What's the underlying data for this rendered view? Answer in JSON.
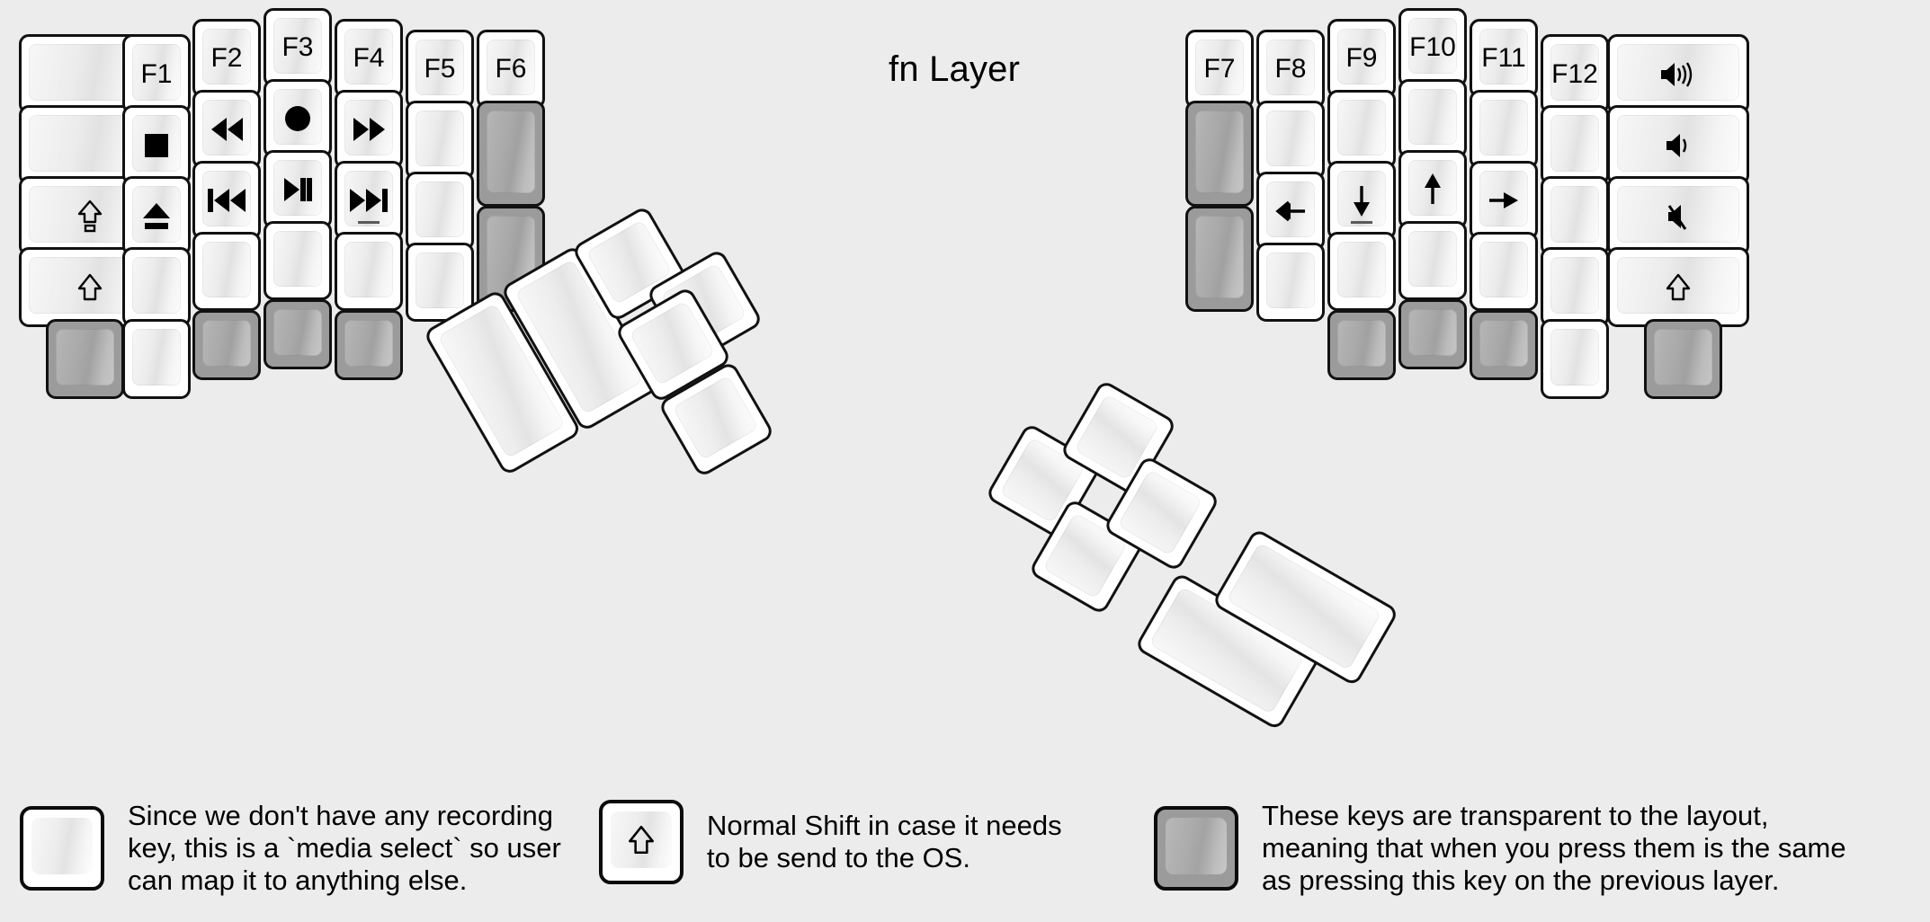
{
  "title": "fn Layer",
  "colors": {
    "background": "#ececec",
    "keycap_white": "#ffffff",
    "keycap_transparent": "#9b9b9b",
    "outline": "#111111",
    "text": "#000000"
  },
  "keyboard": {
    "left_half": {
      "columns": [
        {
          "name": "col-pinky-outer",
          "keys": [
            {
              "label": "",
              "icon": "",
              "type": "normal"
            },
            {
              "label": "",
              "icon": "",
              "type": "normal"
            },
            {
              "label": "",
              "icon": "caps-lock-icon",
              "type": "normal"
            },
            {
              "label": "",
              "icon": "shift-icon",
              "type": "normal"
            },
            {
              "label": "",
              "icon": "",
              "type": "transparent"
            }
          ]
        },
        {
          "name": "col-pinky",
          "keys": [
            {
              "label": "F1",
              "icon": "",
              "type": "normal"
            },
            {
              "label": "",
              "icon": "media-stop-icon",
              "type": "normal"
            },
            {
              "label": "",
              "icon": "media-eject-icon",
              "type": "normal"
            },
            {
              "label": "",
              "icon": "",
              "type": "normal"
            },
            {
              "label": "",
              "icon": "",
              "type": "normal"
            }
          ]
        },
        {
          "name": "col-ring",
          "keys": [
            {
              "label": "F2",
              "icon": "",
              "type": "normal"
            },
            {
              "label": "",
              "icon": "media-rewind-icon",
              "type": "normal"
            },
            {
              "label": "",
              "icon": "media-previous-icon",
              "type": "normal"
            },
            {
              "label": "",
              "icon": "",
              "type": "normal"
            },
            {
              "label": "",
              "icon": "",
              "type": "transparent"
            }
          ]
        },
        {
          "name": "col-middle",
          "keys": [
            {
              "label": "F3",
              "icon": "",
              "type": "normal"
            },
            {
              "label": "",
              "icon": "media-record-icon",
              "type": "normal"
            },
            {
              "label": "",
              "icon": "media-play-pause-icon",
              "type": "normal"
            },
            {
              "label": "",
              "icon": "",
              "type": "normal"
            },
            {
              "label": "",
              "icon": "",
              "type": "transparent"
            }
          ]
        },
        {
          "name": "col-index",
          "keys": [
            {
              "label": "F4",
              "icon": "",
              "type": "normal"
            },
            {
              "label": "",
              "icon": "media-fast-forward-icon",
              "type": "normal"
            },
            {
              "label": "",
              "icon": "media-next-icon",
              "type": "normal"
            },
            {
              "label": "",
              "icon": "",
              "type": "normal"
            },
            {
              "label": "",
              "icon": "",
              "type": "transparent"
            }
          ]
        },
        {
          "name": "col-index-inner",
          "keys": [
            {
              "label": "F5",
              "icon": "",
              "type": "normal"
            },
            {
              "label": "",
              "icon": "",
              "type": "normal"
            },
            {
              "label": "",
              "icon": "",
              "type": "normal"
            },
            {
              "label": "",
              "icon": "",
              "type": "normal"
            }
          ]
        },
        {
          "name": "col-inner",
          "keys": [
            {
              "label": "F6",
              "icon": "",
              "type": "normal"
            },
            {
              "label": "",
              "icon": "",
              "type": "transparent"
            },
            {
              "label": "",
              "icon": "",
              "type": "transparent"
            }
          ]
        }
      ],
      "thumb_cluster": {
        "name": "left-thumb-cluster",
        "keys": [
          {
            "label": "",
            "size": "2u",
            "type": "normal"
          },
          {
            "label": "",
            "size": "2u",
            "type": "normal"
          },
          {
            "label": "",
            "size": "1u",
            "type": "normal"
          },
          {
            "label": "",
            "size": "1u",
            "type": "normal"
          },
          {
            "label": "",
            "size": "1u",
            "type": "normal"
          },
          {
            "label": "",
            "size": "1u",
            "type": "normal"
          }
        ]
      }
    },
    "right_half": {
      "columns": [
        {
          "name": "col-inner",
          "keys": [
            {
              "label": "F7",
              "icon": "",
              "type": "normal"
            },
            {
              "label": "",
              "icon": "",
              "type": "transparent"
            },
            {
              "label": "",
              "icon": "",
              "type": "transparent"
            }
          ]
        },
        {
          "name": "col-index-inner",
          "keys": [
            {
              "label": "F8",
              "icon": "",
              "type": "normal"
            },
            {
              "label": "",
              "icon": "",
              "type": "normal"
            },
            {
              "label": "",
              "icon": "arrow-left-icon",
              "type": "normal"
            },
            {
              "label": "",
              "icon": "",
              "type": "normal"
            }
          ]
        },
        {
          "name": "col-index",
          "keys": [
            {
              "label": "F9",
              "icon": "",
              "type": "normal"
            },
            {
              "label": "",
              "icon": "",
              "type": "normal"
            },
            {
              "label": "",
              "icon": "arrow-down-icon",
              "type": "normal"
            },
            {
              "label": "",
              "icon": "",
              "type": "normal"
            },
            {
              "label": "",
              "icon": "",
              "type": "transparent"
            }
          ]
        },
        {
          "name": "col-middle",
          "keys": [
            {
              "label": "F10",
              "icon": "",
              "type": "normal"
            },
            {
              "label": "",
              "icon": "",
              "type": "normal"
            },
            {
              "label": "",
              "icon": "arrow-up-icon",
              "type": "normal"
            },
            {
              "label": "",
              "icon": "",
              "type": "normal"
            },
            {
              "label": "",
              "icon": "",
              "type": "transparent"
            }
          ]
        },
        {
          "name": "col-ring",
          "keys": [
            {
              "label": "F11",
              "icon": "",
              "type": "normal"
            },
            {
              "label": "",
              "icon": "",
              "type": "normal"
            },
            {
              "label": "",
              "icon": "arrow-right-icon",
              "type": "normal"
            },
            {
              "label": "",
              "icon": "",
              "type": "normal"
            },
            {
              "label": "",
              "icon": "",
              "type": "transparent"
            }
          ]
        },
        {
          "name": "col-pinky",
          "keys": [
            {
              "label": "F12",
              "icon": "",
              "type": "normal"
            },
            {
              "label": "",
              "icon": "",
              "type": "normal"
            },
            {
              "label": "",
              "icon": "",
              "type": "normal"
            },
            {
              "label": "",
              "icon": "",
              "type": "normal"
            },
            {
              "label": "",
              "icon": "",
              "type": "normal"
            }
          ]
        },
        {
          "name": "col-pinky-outer",
          "keys": [
            {
              "label": "",
              "icon": "volume-up-icon",
              "type": "normal"
            },
            {
              "label": "",
              "icon": "volume-down-icon",
              "type": "normal"
            },
            {
              "label": "",
              "icon": "volume-mute-icon",
              "type": "normal"
            },
            {
              "label": "",
              "icon": "shift-icon",
              "type": "normal"
            },
            {
              "label": "",
              "icon": "",
              "type": "transparent"
            }
          ]
        }
      ],
      "thumb_cluster": {
        "name": "right-thumb-cluster",
        "keys": [
          {
            "label": "",
            "size": "1u",
            "type": "normal"
          },
          {
            "label": "",
            "size": "1u",
            "type": "normal"
          },
          {
            "label": "",
            "size": "1u",
            "type": "normal"
          },
          {
            "label": "",
            "size": "1u",
            "type": "normal"
          },
          {
            "label": "",
            "size": "2u",
            "type": "normal"
          },
          {
            "label": "",
            "size": "2u",
            "type": "normal"
          }
        ]
      }
    }
  },
  "legend": {
    "items": [
      {
        "icon": "media-record-icon",
        "key_type": "normal",
        "text": "Since we don't have any recording\nkey, this is a `media select` so user\ncan map it to anything else."
      },
      {
        "icon": "shift-icon",
        "key_type": "normal",
        "text": "Normal Shift in case it needs\nto be send to the OS."
      },
      {
        "icon": "",
        "key_type": "transparent",
        "text": "These keys are transparent to the layout,\nmeaning that when you press them is the same\nas pressing this key on the previous layer."
      }
    ]
  }
}
